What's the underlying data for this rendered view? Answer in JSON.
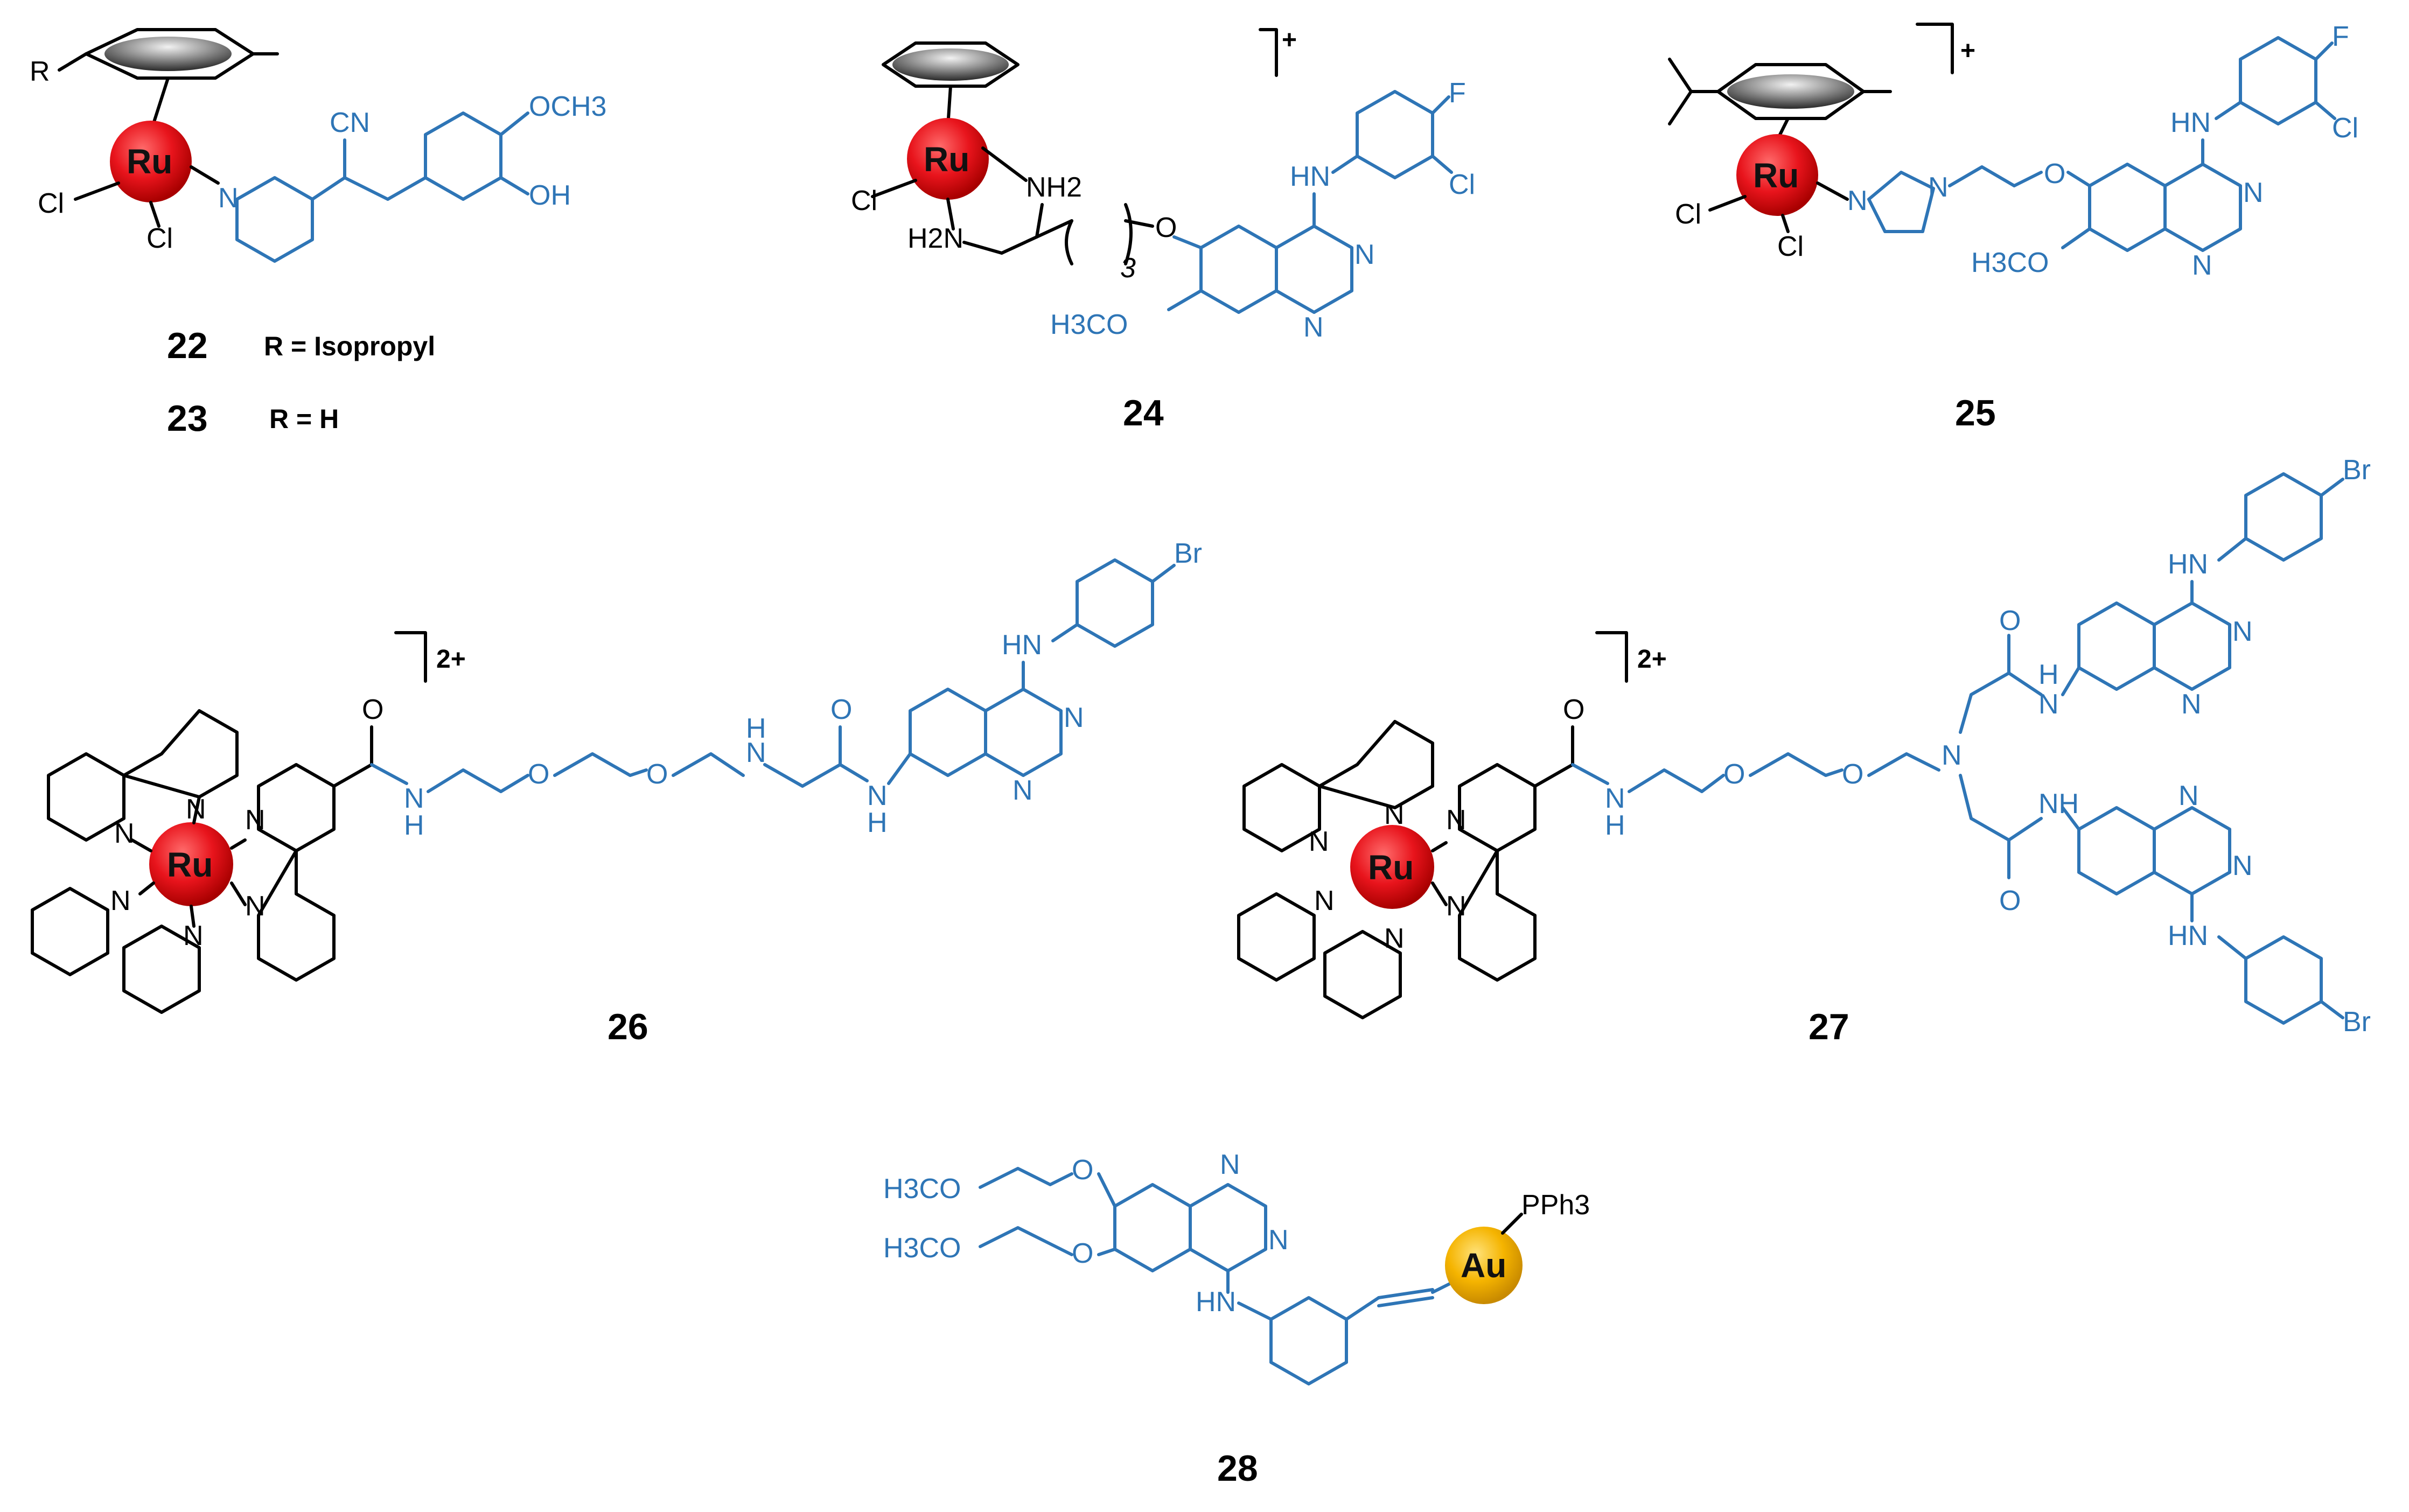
{
  "compounds": [
    {
      "id": "22",
      "metal": "Ru",
      "r_def": "R = Isopropyl",
      "charge": ""
    },
    {
      "id": "23",
      "metal": "Ru",
      "r_def": "R = H",
      "charge": ""
    },
    {
      "id": "24",
      "metal": "Ru",
      "charge": "+"
    },
    {
      "id": "25",
      "metal": "Ru",
      "charge": "+"
    },
    {
      "id": "26",
      "metal": "Ru",
      "charge": "2+"
    },
    {
      "id": "27",
      "metal": "Ru",
      "charge": "2+"
    },
    {
      "id": "28",
      "metal": "Au",
      "charge": ""
    }
  ],
  "atoms": {
    "r": "R",
    "cl": "Cl",
    "n": "N",
    "cn": "CN",
    "och3": "OCH3",
    "oh": "OH",
    "nh": "NH",
    "hn": "HN",
    "h": "H",
    "nh2": "NH2",
    "h2n": "H2N",
    "o": "O",
    "f": "F",
    "br": "Br",
    "h3co": "H3CO",
    "sub3": "3",
    "pph3": "PPh3"
  },
  "colors": {
    "ligand_blue": "#2e75b6",
    "ruthenium_sphere": "#e8141c",
    "gold_sphere": "#f5b400",
    "arene_disc": "#8a8a8a"
  }
}
